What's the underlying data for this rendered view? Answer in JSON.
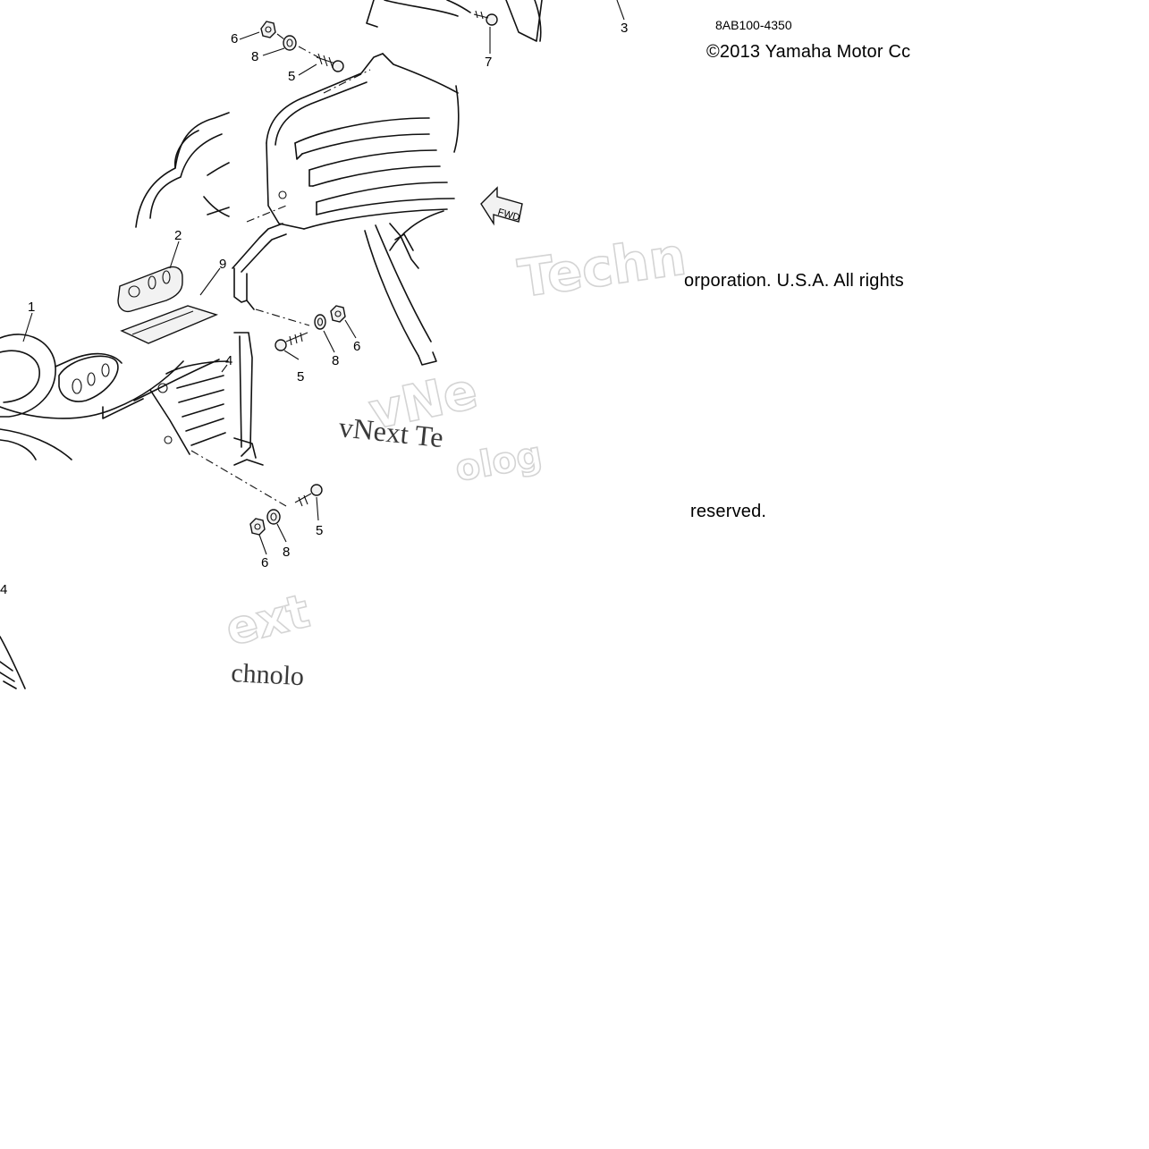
{
  "header": {
    "diagram_code": "8AB100-4350",
    "copyright_part1": "©2013 Yamaha Motor Cc",
    "copyright_part2": "orporation. U.S.A. All rights",
    "copyright_part3": "reserved."
  },
  "watermarks": {
    "upper_outline": "Techn",
    "middle_outline": "vNe",
    "middle_serif": "vNext Te",
    "middle_outline_lower": "olog",
    "lower_outline": "ext",
    "lower_serif": "chnolo"
  },
  "fwd_arrow_label": "FWD",
  "callouts": [
    {
      "id": "c1",
      "label": "1"
    },
    {
      "id": "c2",
      "label": "2"
    },
    {
      "id": "c3",
      "label": "3"
    },
    {
      "id": "c4a",
      "label": "4"
    },
    {
      "id": "c4b",
      "label": "4"
    },
    {
      "id": "c5a",
      "label": "5"
    },
    {
      "id": "c5b",
      "label": "5"
    },
    {
      "id": "c5c",
      "label": "5"
    },
    {
      "id": "c6a",
      "label": "6"
    },
    {
      "id": "c6b",
      "label": "6"
    },
    {
      "id": "c6c",
      "label": "6"
    },
    {
      "id": "c7",
      "label": "7"
    },
    {
      "id": "c8a",
      "label": "8"
    },
    {
      "id": "c8b",
      "label": "8"
    },
    {
      "id": "c8c",
      "label": "8"
    },
    {
      "id": "c9",
      "label": "9"
    }
  ]
}
